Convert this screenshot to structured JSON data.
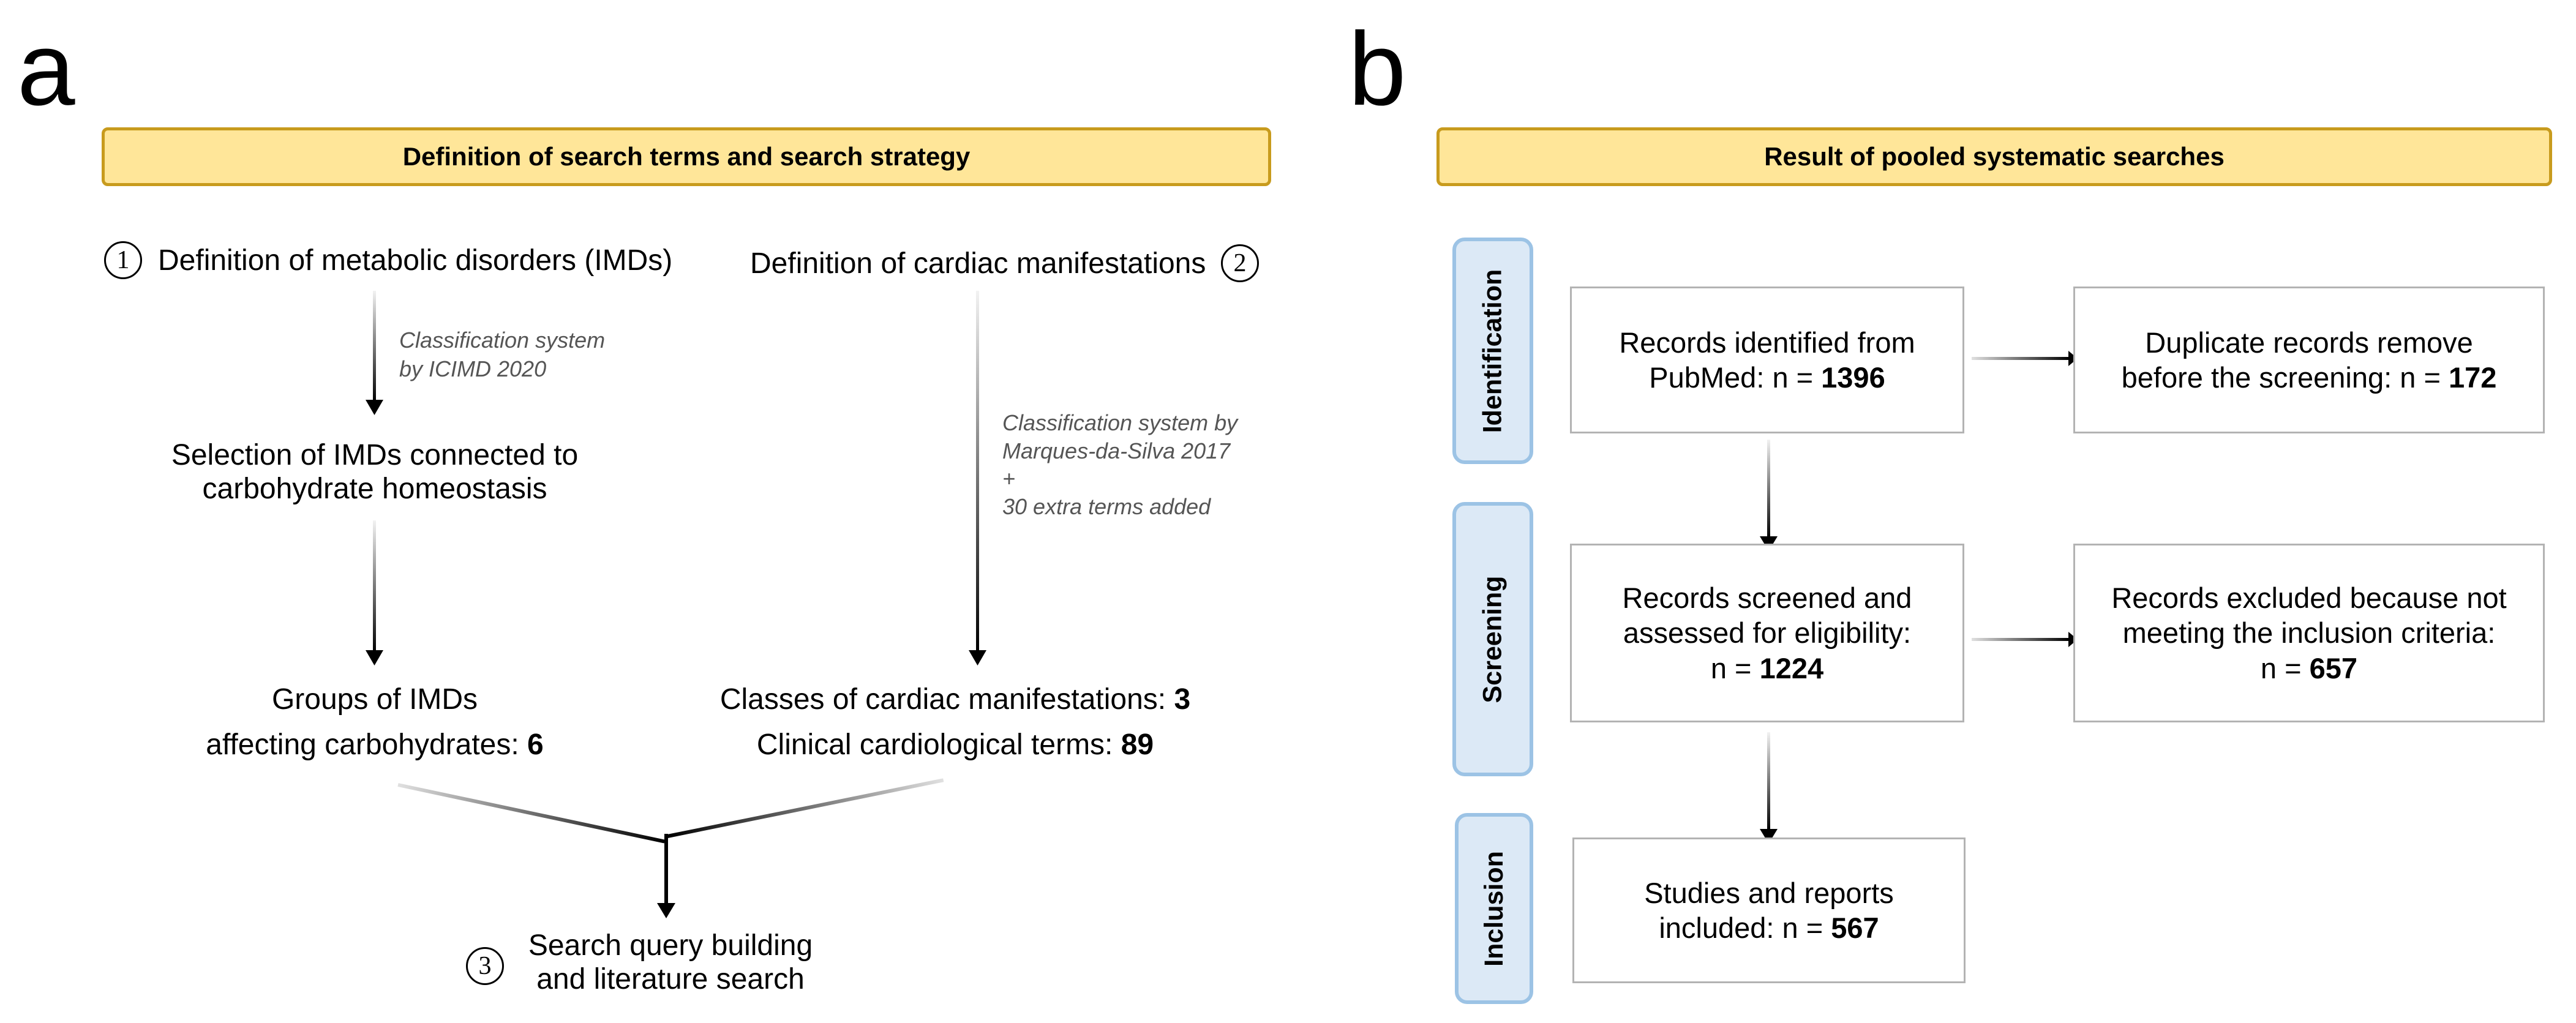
{
  "panel_a": {
    "letter": "a",
    "header": "Definition of search terms and search strategy",
    "step1": {
      "number": "1",
      "label": "Definition of metabolic disorders (IMDs)"
    },
    "step2": {
      "number": "2",
      "label": "Definition of cardiac manifestations"
    },
    "step3": {
      "number": "3",
      "line1": "Search query building",
      "line2": "and literature search"
    },
    "note_left": {
      "line1": "Classification system",
      "line2": "by ICIMD  2020"
    },
    "note_right": {
      "line1": "Classification system by",
      "line2": "Marques-da-Silva 2017",
      "line3": "+",
      "line4": "30 extra terms  added"
    },
    "selection": {
      "line1": "Selection of IMDs connected to",
      "line2": "carbohydrate homeostasis"
    },
    "groups": {
      "line1": "Groups of IMDs",
      "line2_prefix": "affecting carbohydrates: ",
      "count": "6"
    },
    "classes": {
      "prefix": "Classes of cardiac manifestations: ",
      "count": "3"
    },
    "terms": {
      "prefix": "Clinical cardiological terms: ",
      "count": "89"
    }
  },
  "panel_b": {
    "letter": "b",
    "header": "Result of pooled systematic searches",
    "stages": [
      "Identification",
      "Screening",
      "Inclusion"
    ],
    "identified": {
      "line1": "Records identified from",
      "line2_prefix": "PubMed: n = ",
      "count": "1396"
    },
    "duplicates": {
      "line1": "Duplicate records remove",
      "line2_prefix": "before the screening: n = ",
      "count": "172"
    },
    "screened": {
      "line1": "Records screened and",
      "line2": "assessed for eligibility:",
      "line3_prefix": "n = ",
      "count": "1224"
    },
    "excluded": {
      "line1": "Records excluded because not",
      "line2": "meeting the inclusion criteria:",
      "line3_prefix": "n = ",
      "count": "657"
    },
    "included": {
      "line1": "Studies and reports",
      "line2_prefix": "included: n = ",
      "count": "567"
    }
  }
}
